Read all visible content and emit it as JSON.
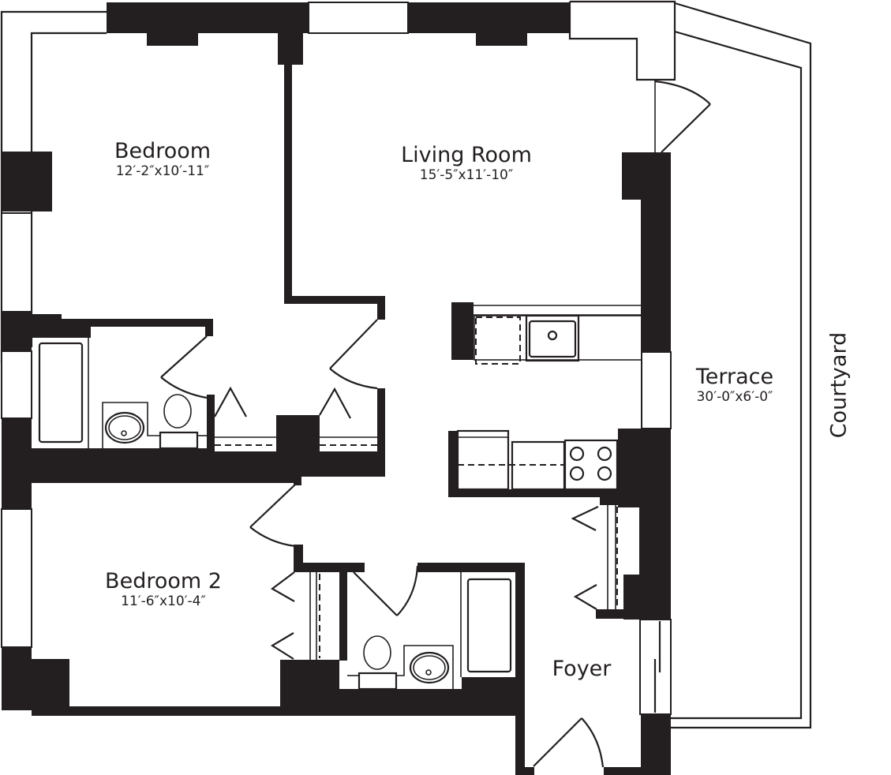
{
  "floor_plan": {
    "rooms": [
      {
        "id": "bedroom",
        "name": "Bedroom",
        "dimensions": "12′-2″x10′-11″"
      },
      {
        "id": "living_room",
        "name": "Living Room",
        "dimensions": "15′-5″x11′-10″"
      },
      {
        "id": "bedroom_2",
        "name": "Bedroom 2",
        "dimensions": "11′-6″x10′-4″"
      },
      {
        "id": "terrace",
        "name": "Terrace",
        "dimensions": "30′-0″x6′-0″"
      },
      {
        "id": "foyer",
        "name": "Foyer",
        "dimensions": ""
      }
    ],
    "exterior": {
      "courtyard": "Courtyard"
    },
    "colors": {
      "wall": "#231f20",
      "background": "#ffffff"
    },
    "fixtures": [
      "bathtub",
      "sink",
      "toilet",
      "kitchen-sink",
      "stove",
      "refrigerator",
      "dishwasher",
      "closet"
    ]
  }
}
